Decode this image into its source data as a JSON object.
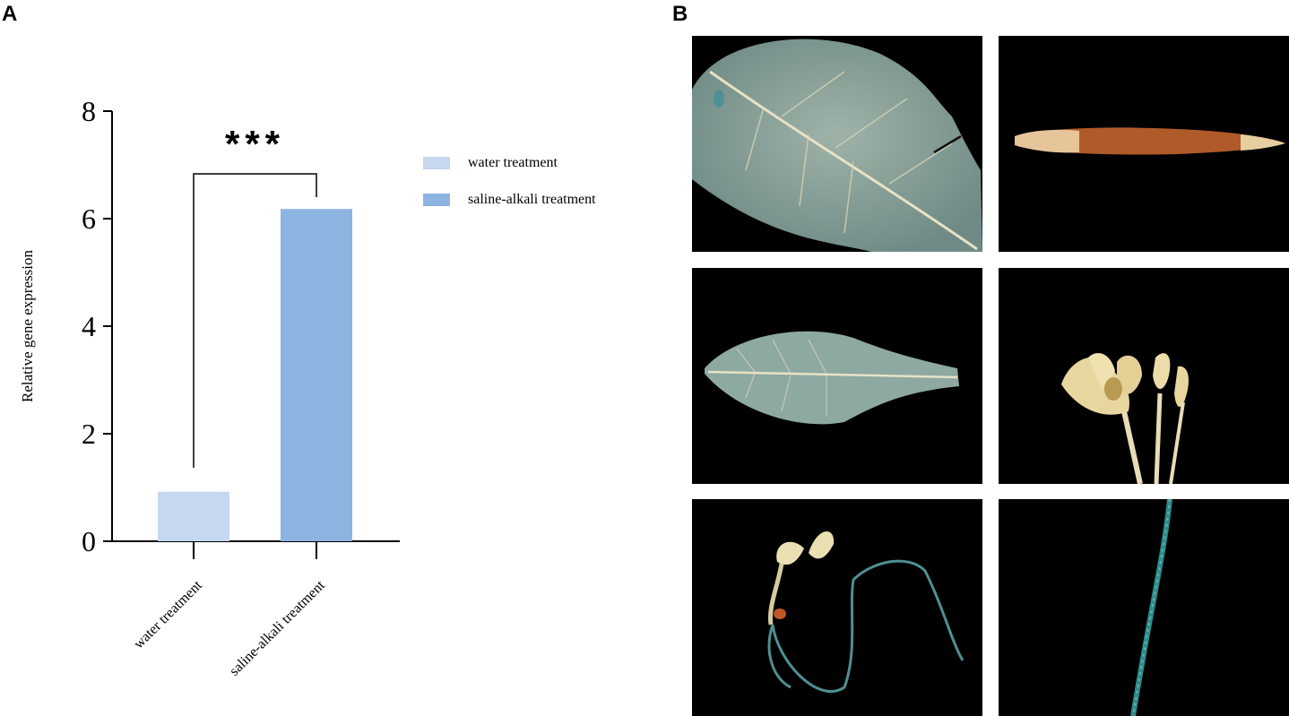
{
  "panels": {
    "a_label": "A",
    "b_label": "B"
  },
  "colors": {
    "water": "#c5d8f0",
    "saline": "#8db4e1",
    "axis": "#000000",
    "photo_bg": "#000000"
  },
  "chart_data": {
    "type": "bar",
    "categories": [
      "water treatment",
      "saline-alkali treatment"
    ],
    "values": [
      0.92,
      6.18
    ],
    "colors": [
      "#c5d8f0",
      "#8db4e1"
    ],
    "ylabel": "Relative gene expression",
    "xlabel": "",
    "ylim": [
      0,
      8
    ],
    "yticks": [
      "0",
      "2",
      "4",
      "6",
      "8"
    ],
    "significance": "***",
    "legend": {
      "placement": "right",
      "entries": [
        "water treatment",
        "saline-alkali treatment"
      ]
    },
    "grid": false
  },
  "photos": [
    {
      "subject": "leaf-with-veins",
      "icon": "leaf-icon"
    },
    {
      "subject": "silique",
      "icon": "seed-pod-icon"
    },
    {
      "subject": "rosette-leaf",
      "icon": "leaf-icon"
    },
    {
      "subject": "flowers",
      "icon": "flower-icon"
    },
    {
      "subject": "seedling",
      "icon": "seedling-icon"
    },
    {
      "subject": "root",
      "icon": "root-icon"
    }
  ]
}
